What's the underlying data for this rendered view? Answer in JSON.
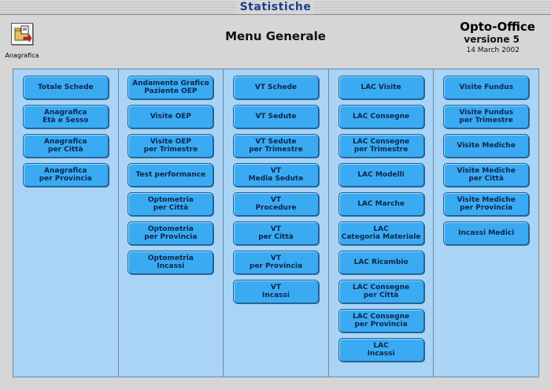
{
  "window": {
    "title": "Statistiche"
  },
  "header": {
    "anagrafica_label": "Anagrafica",
    "menu_title": "Menu Generale",
    "app_name": "Opto-Office",
    "version": "versione 5",
    "date": "14 March 2002"
  },
  "columns": [
    {
      "buttons": [
        "Totale Schede",
        "Anagrafica\nEtà e Sesso",
        "Anagrafica\nper Città",
        "Anagrafica\nper Provincia"
      ]
    },
    {
      "buttons": [
        "Andamento Grafico\nPaziente OEP",
        "Visite OEP",
        "Visite OEP\nper Trimestre",
        "Test performance",
        "Optometria\nper Città",
        "Optometria\nper Provincia",
        "Optometria\nIncassi"
      ]
    },
    {
      "buttons": [
        "VT Schede",
        "VT Sedute",
        "VT Sedute\nper Trimestre",
        "VT\nMedia Sedute",
        "VT\nProcedure",
        "VT\nper Città",
        "VT\nper Provincia",
        "VT\nIncassi"
      ]
    },
    {
      "buttons": [
        "LAC Visite",
        "LAC Consegne",
        "LAC Consegne\nper Trimestre",
        "LAC Modelli",
        "LAC Marche",
        "LAC\nCategoria Materiale",
        "LAC Ricambio",
        "LAC Consegne\nper Città",
        "LAC Consegne\nper Provincia",
        "LAC\nIncassi"
      ]
    },
    {
      "buttons": [
        "Visite Fundus",
        "Visite Fundus\nper Trimestre",
        "Visite Mediche",
        "Visite Mediche\nper Città",
        "Visite Mediche\nper Provincia",
        "Incassi Medici"
      ]
    }
  ],
  "colors": {
    "panel": "#aad4f5",
    "button": "#3aabf3",
    "title": "#1a3f8c"
  }
}
